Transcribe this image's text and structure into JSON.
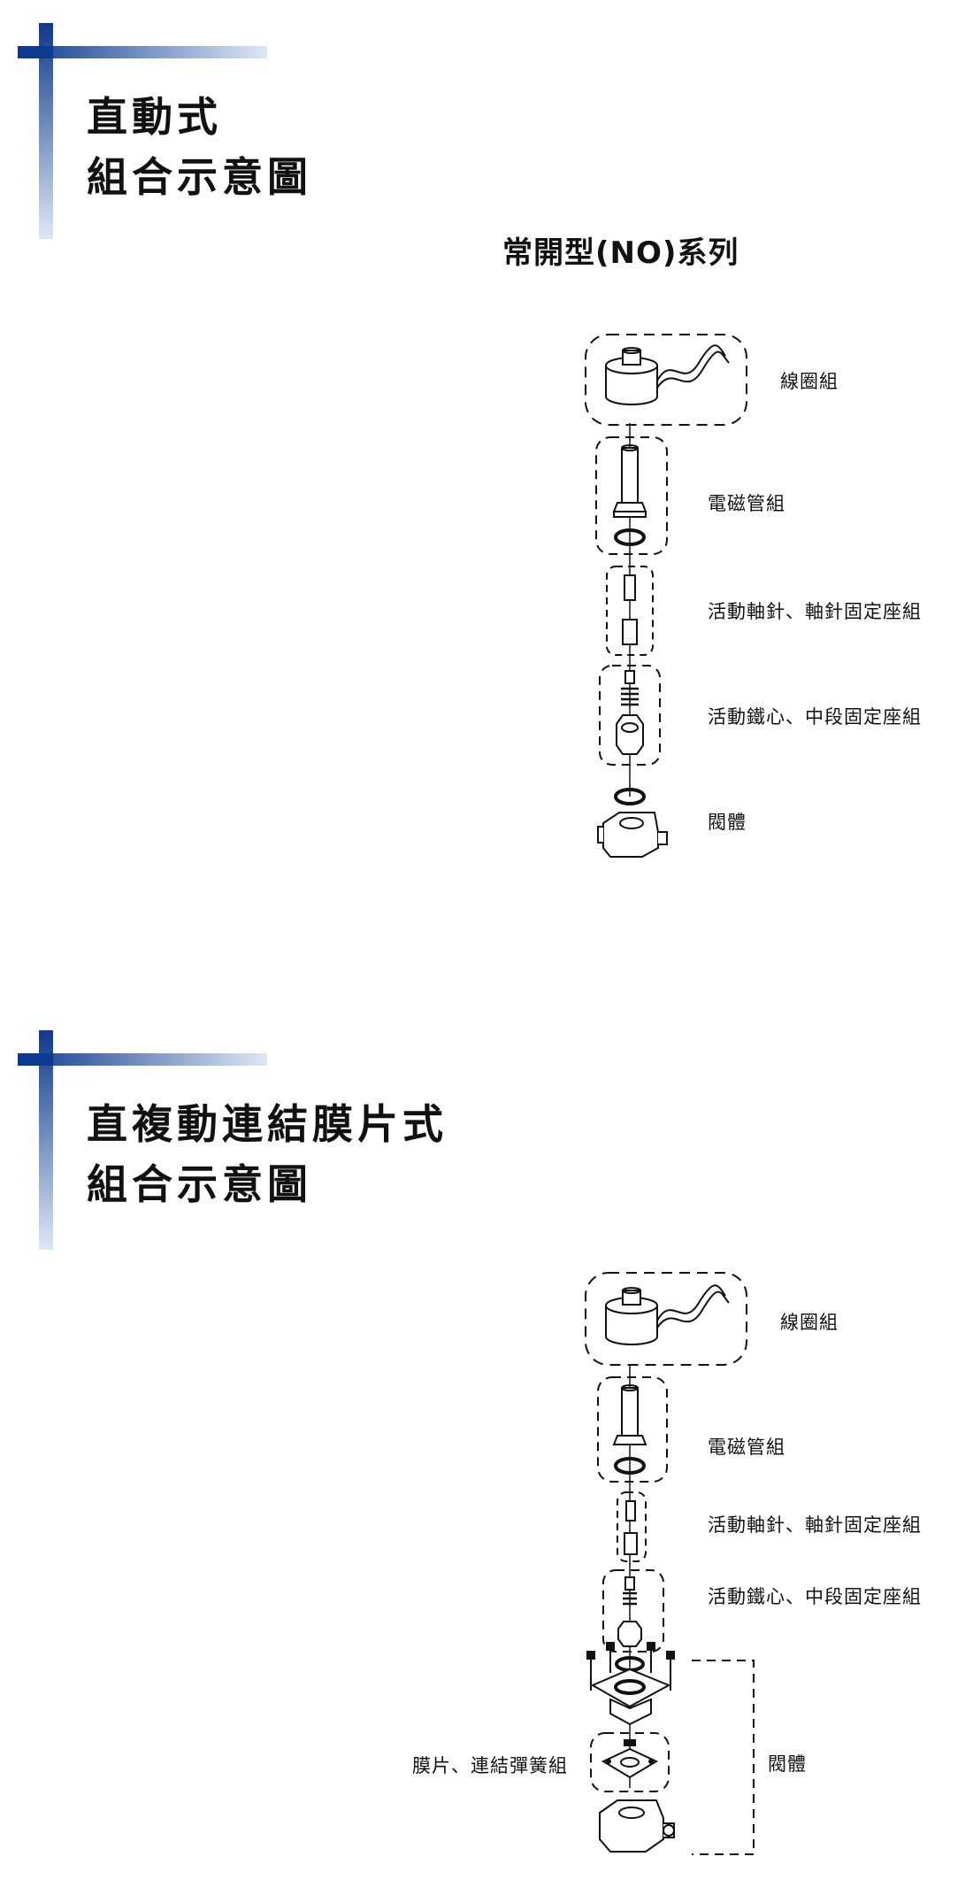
{
  "section_direct": {
    "heading_line1": "直動式",
    "heading_line2": "組合示意圖",
    "subtitle": "常開型(NO)系列",
    "labels": {
      "coil": "線圈組",
      "solenoid_tube": "電磁管組",
      "pin": "活動軸針、軸針固定座組",
      "core": "活動鐵心、中段固定座組",
      "body": "閥體"
    }
  },
  "section_pilot": {
    "heading_line1": "直複動連結膜片式",
    "heading_line2": "組合示意圖",
    "labels": {
      "coil": "線圈組",
      "solenoid_tube": "電磁管組",
      "pin": "活動軸針、軸針固定座組",
      "core": "活動鐵心、中段固定座組",
      "diaphragm": "膜片、連結彈簧組",
      "body": "閥體"
    }
  },
  "colors": {
    "accent_dark": "#0d3a8c",
    "accent_light": "#c9d6ee",
    "line": "#111111"
  }
}
